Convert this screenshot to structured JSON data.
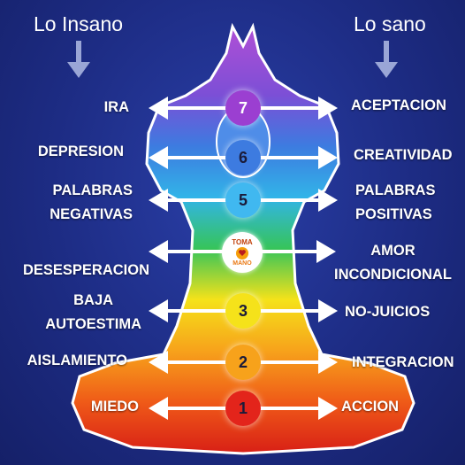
{
  "headers": {
    "left": "Lo Insano",
    "right": "Lo sano"
  },
  "colors": {
    "background": "#1d2c84",
    "arrow": "#9aa6d6",
    "text": "#ffffff",
    "chakra_7": "#9b3fd1",
    "chakra_6": "#3d7be0",
    "chakra_5": "#40b8f0",
    "chakra_4": "#36c45a",
    "chakra_3": "#f5e21a",
    "chakra_2": "#f7a21b",
    "chakra_1": "#e3241b"
  },
  "logo": {
    "top_text": "TOMA",
    "bottom_text": "MANO",
    "icon": "hand-heart-icon"
  },
  "chakras": [
    {
      "number": "7",
      "left": "IRA",
      "right": "ACEPTACION"
    },
    {
      "number": "6",
      "left": "DEPRESION",
      "right": "CREATIVIDAD"
    },
    {
      "number": "5",
      "left": "PALABRAS\nNEGATIVAS",
      "right": "PALABRAS\nPOSITIVAS"
    },
    {
      "number": "",
      "left": "DESESPERACION",
      "right": "AMOR\nINCONDICIONAL"
    },
    {
      "number": "3",
      "left": "BAJA\nAUTOESTIMA",
      "right": "NO-JUICIOS"
    },
    {
      "number": "2",
      "left": "AISLAMIENTO",
      "right": "INTEGRACION"
    },
    {
      "number": "1",
      "left": "MIEDO",
      "right": "ACCION"
    }
  ]
}
